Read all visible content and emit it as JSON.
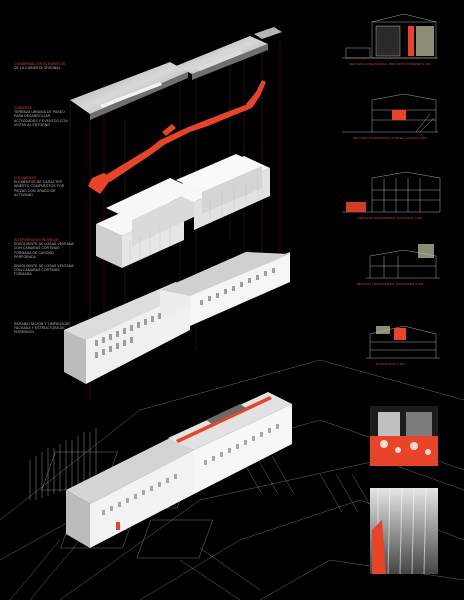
{
  "labels": [
    {
      "heading": "CONSERVACION ELEMENTOS",
      "body": "DE LA CUBIERTA ORIGINAL"
    },
    {
      "heading": "CUBIERTA",
      "body": "TERRAZA URBANA DE PASEO PARA DESARROLLAR ACTIVIDADES Y EVENTOS CON VISTAS AL ENTORNO"
    },
    {
      "heading": "VOLUMENES",
      "body": "ELEMENTOS DE CARACTER ABIERTO COMPUESTOS POR PIEZAS CON GRADO DE ACTIVIDAD"
    },
    {
      "heading": "INTERVENCION INTERIOR",
      "body": "ENVOLVENTE DE LOSAS VENTANA CON CAMARAS CORTINAS FORMADA DE CAVIDAD PERFORADA"
    },
    {
      "heading": "",
      "body": "ENVOLVENTE DE LOSAS VENTANA CON CAMARAS CORTINAS FORMADA"
    },
    {
      "heading": "",
      "body": "REHABILITACION Y LIMPIEZA DE FACHADA Y ESTRUCTURA DE HORMIGON"
    }
  ],
  "sections": [
    {
      "caption": "SECCION LONGITUDINAL POR PATIO INTERIOR 1:300"
    },
    {
      "caption": "SECCION TRANSVERSAL POR EL ACCESO 1:300"
    },
    {
      "caption": "SECCION TRANSVERSAL POR NAVE 1:300"
    },
    {
      "caption": "SECCION TRANSVERSAL POR RAMPA 1:300"
    },
    {
      "caption": "ALZADO SUR 1:300"
    }
  ],
  "colors": {
    "background": "#000000",
    "accent": "#e8442a",
    "building": "#ececec",
    "shade": "#9a9a9a",
    "lines": "#cfcfcf"
  }
}
